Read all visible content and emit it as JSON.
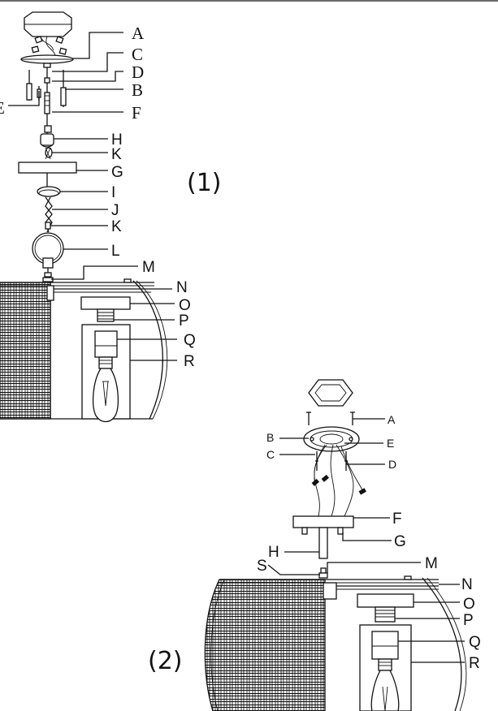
{
  "figure_1": {
    "caption": "(1)",
    "labels": {
      "A": "A",
      "C": "C",
      "D": "D",
      "B": "B",
      "E": "E",
      "F": "F",
      "H": "H",
      "K1": "K",
      "G": "G",
      "I": "I",
      "J": "J",
      "K2": "K",
      "L": "L",
      "M": "M",
      "N": "N",
      "O": "O",
      "P": "P",
      "Q": "Q",
      "R": "R"
    }
  },
  "figure_2": {
    "caption": "(2)",
    "labels": {
      "A": "A",
      "B": "B",
      "E": "E",
      "C": "C",
      "D": "D",
      "F": "F",
      "G": "G",
      "H": "H",
      "S": "S",
      "M": "M",
      "N": "N",
      "O": "O",
      "P": "P",
      "Q": "Q",
      "R": "R"
    }
  }
}
